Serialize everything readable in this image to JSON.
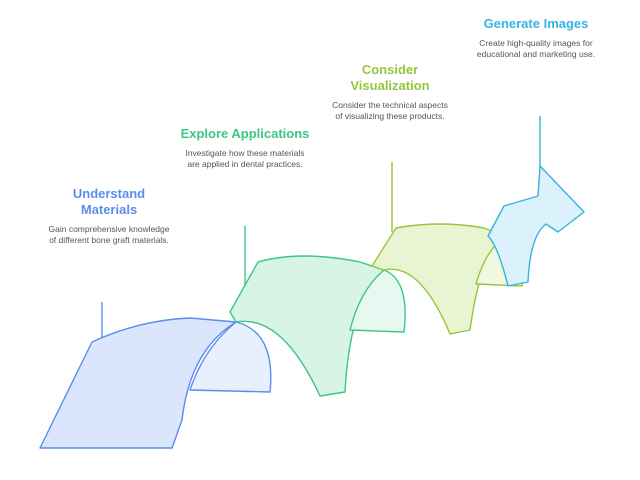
{
  "colors": {
    "blue": "#5b8def",
    "green": "#3cc787",
    "lime": "#94c73a",
    "cyan": "#36b3e0"
  },
  "steps": [
    {
      "title": "Understand Materials",
      "description": "Gain comprehensive knowledge of different bone graft materials."
    },
    {
      "title": "Explore Applications",
      "description": "Investigate how these materials are applied in dental practices."
    },
    {
      "title": "Consider Visualization",
      "description": "Consider the technical aspects of visualizing these products."
    },
    {
      "title": "Generate Images",
      "description": "Create high-quality images for educational and marketing use."
    }
  ]
}
